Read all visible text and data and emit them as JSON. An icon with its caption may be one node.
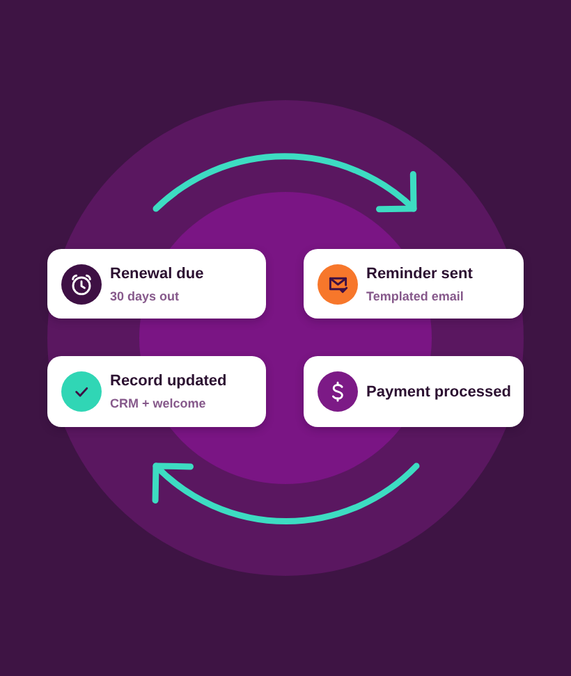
{
  "diagram": {
    "nodes": [
      {
        "text": [
          "Renewal due",
          "30 days out"
        ]
      },
      {
        "text": [
          "Reminder sent",
          "Templated email"
        ]
      },
      {
        "text": [
          "Record updated",
          "CRM + welcome"
        ]
      },
      {
        "text": [
          "Payment processed"
        ]
      }
    ],
    "edges": [
      {
        "from": 0,
        "to": 1,
        "arrow": "to"
      },
      {
        "from": 3,
        "to": 2,
        "arrow": "to"
      }
    ]
  }
}
